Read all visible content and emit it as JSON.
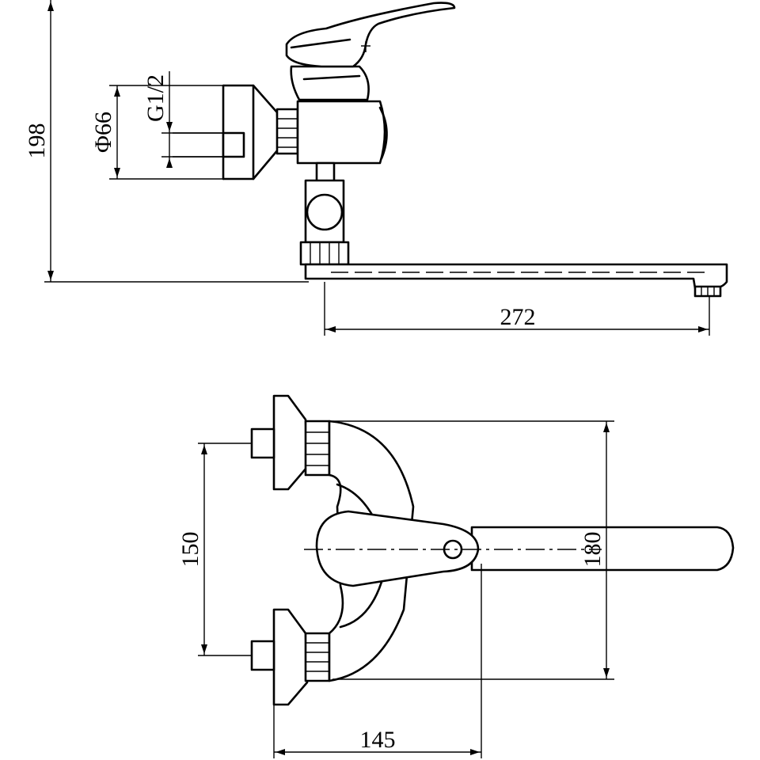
{
  "dimensions": {
    "height_total": "198",
    "flange_diameter": "Φ66",
    "thread": "G1/2",
    "spout_reach": "272",
    "inlet_spacing": "150",
    "body_width": "180",
    "wall_offset": "145"
  }
}
